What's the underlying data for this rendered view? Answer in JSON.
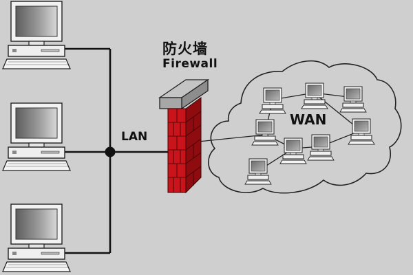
{
  "labels": {
    "firewall_cn": "防火墙",
    "firewall_en": "Firewall",
    "lan": "LAN",
    "wan": "WAN"
  },
  "colors": {
    "background": "#cfcfcf",
    "firewall_brick": "#c8141a",
    "firewall_cap": "#9a9a9a",
    "line": "#111111",
    "screen": "#7c7c7c"
  },
  "icons": {
    "lan_computer": "desktop-computer-icon",
    "wan_computer": "small-computer-icon",
    "firewall": "brick-wall-icon",
    "hub": "junction-node-icon"
  }
}
